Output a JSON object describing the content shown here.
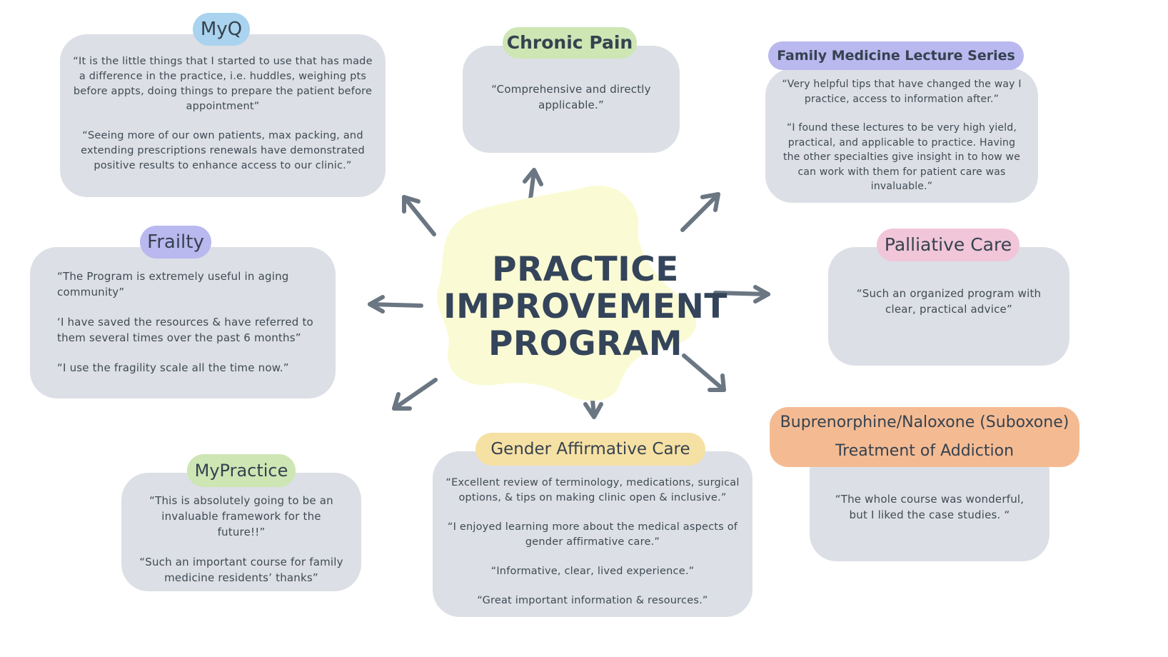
{
  "center": {
    "line1": "PRACTICE",
    "line2": "IMPROVEMENT",
    "line3": "PROGRAM"
  },
  "cards": {
    "myq": {
      "title": "MyQ",
      "quotes": [
        "“It is the little things that I started to use that has made a difference in the practice, i.e. huddles, weighing pts before appts, doing things to prepare the patient before appointment”",
        "“Seeing more of our own patients, max packing, and extending prescriptions renewals have demonstrated positive results to enhance access to our clinic.”"
      ]
    },
    "chronic_pain": {
      "title": "Chronic Pain",
      "quotes": [
        "“Comprehensive and directly applicable.”"
      ]
    },
    "family_medicine": {
      "title": "Family Medicine Lecture Series",
      "quotes": [
        "“Very helpful tips that have changed the way I practice, access to information after.”",
        "“I found these lectures to be very high yield, practical, and applicable to practice. Having the other specialties give insight in to how we can work with them for patient care was invaluable.”"
      ]
    },
    "frailty": {
      "title": "Frailty",
      "quotes": [
        "“The Program is extremely useful in aging community”",
        "‘I have saved the resources & have referred to them several times over the past 6 months”",
        "“I use the fragility scale all the time now.”"
      ]
    },
    "palliative": {
      "title": "Palliative Care",
      "quotes": [
        "“Such an organized program with clear, practical advice”"
      ]
    },
    "mypractice": {
      "title": "MyPractice",
      "quotes": [
        "“This is absolutely going to be an invaluable framework for the future!!”",
        "“Such an important course for family medicine residents’ thanks”"
      ]
    },
    "gender": {
      "title": "Gender Affirmative Care",
      "quotes": [
        "“Excellent review of terminology, medications, surgical options, & tips on making clinic open & inclusive.”",
        "“I enjoyed learning more about the medical aspects of gender affirmative care.”",
        "“Informative, clear, lived experience.”",
        "“Great important information & resources.”"
      ]
    },
    "suboxone": {
      "title_line1": "Buprenorphine/Naloxone (Suboxone)",
      "title_line2": "Treatment of Addiction",
      "quotes": [
        "“The whole course was wonderful, but I liked the case studies. “"
      ]
    }
  },
  "colors": {
    "card": "#dcdfe5",
    "blob": "#fafbd4",
    "arrow": "#6b7683",
    "pill_blue": "#a9d3ee",
    "pill_green": "#cde6b4",
    "pill_purple": "#b9b8ef",
    "pill_pink": "#f1c6d9",
    "pill_yellow": "#f6e1a4",
    "pill_orange": "#f4bb93"
  }
}
